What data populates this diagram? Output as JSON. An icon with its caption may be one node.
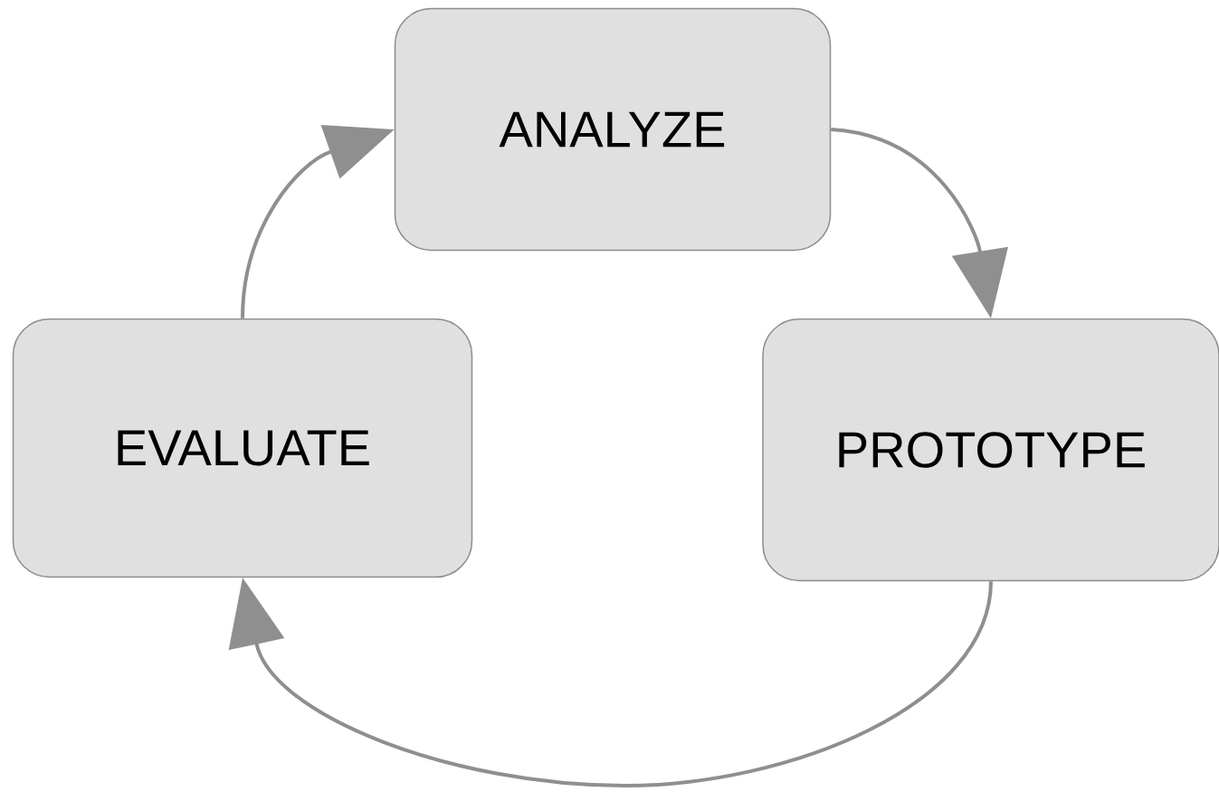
{
  "diagram": {
    "nodes": [
      {
        "text": [
          "ANALYZE"
        ]
      },
      {
        "text": [
          "PROTOTYPE"
        ]
      },
      {
        "text": [
          "EVALUATE"
        ]
      }
    ],
    "edges": [
      {
        "from": 0,
        "to": 1,
        "arrow": "to"
      },
      {
        "from": 1,
        "to": 2,
        "arrow": "to"
      },
      {
        "from": 2,
        "to": 0,
        "arrow": "to"
      }
    ]
  }
}
